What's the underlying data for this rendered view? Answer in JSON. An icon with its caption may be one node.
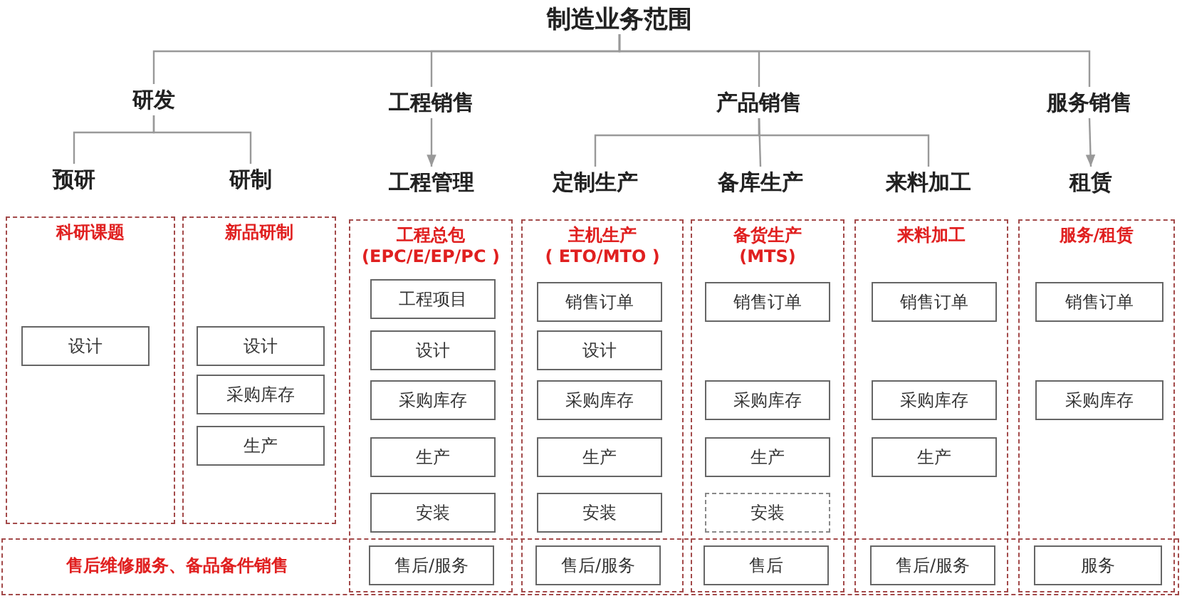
{
  "diagram": {
    "nodes": [
      {
        "text": [
          "制造业务范围"
        ]
      },
      {
        "text": [
          "研发"
        ]
      },
      {
        "text": [
          "工程销售"
        ]
      },
      {
        "text": [
          "产品销售"
        ]
      },
      {
        "text": [
          "服务销售"
        ]
      },
      {
        "text": [
          "预研"
        ]
      },
      {
        "text": [
          "研制"
        ]
      },
      {
        "text": [
          "工程管理"
        ]
      },
      {
        "text": [
          "定制生产"
        ]
      },
      {
        "text": [
          "备库生产"
        ]
      },
      {
        "text": [
          "来料加工"
        ]
      },
      {
        "text": [
          "租赁"
        ]
      },
      {
        "text": [
          "科研课题"
        ]
      },
      {
        "text": [
          "设计"
        ],
        "in": 12
      },
      {
        "text": [
          "新品研制"
        ]
      },
      {
        "text": [
          "设计"
        ],
        "in": 14
      },
      {
        "text": [
          "采购库存"
        ],
        "in": 14
      },
      {
        "text": [
          "生产"
        ],
        "in": 14
      },
      {
        "text": [
          "工程总包",
          "(EPC/E/EP/PC )"
        ]
      },
      {
        "text": [
          "工程项目"
        ],
        "in": 18
      },
      {
        "text": [
          "设计"
        ],
        "in": 18
      },
      {
        "text": [
          "采购库存"
        ],
        "in": 18
      },
      {
        "text": [
          "生产"
        ],
        "in": 18
      },
      {
        "text": [
          "安装"
        ],
        "in": 18
      },
      {
        "text": [
          "售后/服务"
        ]
      },
      {
        "text": [
          "主机生产",
          "( ETO/MTO )"
        ]
      },
      {
        "text": [
          "销售订单"
        ],
        "in": 25
      },
      {
        "text": [
          "设计"
        ],
        "in": 25
      },
      {
        "text": [
          "采购库存"
        ],
        "in": 25
      },
      {
        "text": [
          "生产"
        ],
        "in": 25
      },
      {
        "text": [
          "安装"
        ],
        "in": 25
      },
      {
        "text": [
          "售后/服务"
        ]
      },
      {
        "text": [
          "备货生产",
          "(MTS)"
        ]
      },
      {
        "text": [
          "销售订单"
        ],
        "in": 32
      },
      {
        "text": [
          "采购库存"
        ],
        "in": 32
      },
      {
        "text": [
          "生产"
        ],
        "in": 32
      },
      {
        "text": [
          "安装"
        ],
        "in": 32
      },
      {
        "text": [
          "售后"
        ]
      },
      {
        "text": [
          "来料加工"
        ]
      },
      {
        "text": [
          "销售订单"
        ],
        "in": 38
      },
      {
        "text": [
          "采购库存"
        ],
        "in": 38
      },
      {
        "text": [
          "生产"
        ],
        "in": 38
      },
      {
        "text": [
          "售后/服务"
        ]
      },
      {
        "text": [
          "服务/租赁"
        ]
      },
      {
        "text": [
          "销售订单"
        ],
        "in": 43
      },
      {
        "text": [
          "采购库存"
        ],
        "in": 43
      },
      {
        "text": [
          "服务"
        ]
      },
      {
        "text": [
          "售后维修服务、备品备件销售"
        ]
      }
    ],
    "edges": [
      {
        "from": 0,
        "to": 1,
        "arrow": "none"
      },
      {
        "from": 0,
        "to": 2,
        "arrow": "none"
      },
      {
        "from": 0,
        "to": 3,
        "arrow": "none"
      },
      {
        "from": 0,
        "to": 4,
        "arrow": "none"
      },
      {
        "from": 1,
        "to": 5,
        "arrow": "none"
      },
      {
        "from": 1,
        "to": 6,
        "arrow": "none"
      },
      {
        "from": 2,
        "to": 7,
        "arrow": "to"
      },
      {
        "from": 3,
        "to": 8,
        "arrow": "none"
      },
      {
        "from": 3,
        "to": 9,
        "arrow": "none"
      },
      {
        "from": 3,
        "to": 10,
        "arrow": "none"
      },
      {
        "from": 4,
        "to": 11,
        "arrow": "to"
      }
    ]
  }
}
